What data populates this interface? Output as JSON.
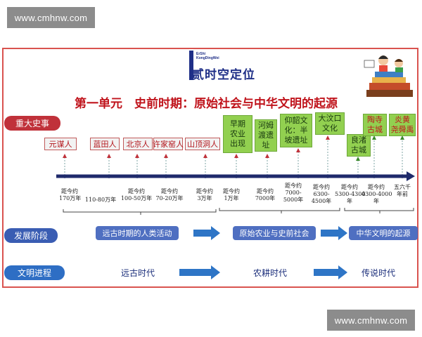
{
  "watermark": {
    "top_text": "www.cmhnw.com",
    "bottom_text": "www.cmhnw.com"
  },
  "logo": {
    "pinyin_line1": "ErShi",
    "pinyin_line2": "KongDingWei",
    "text": "贰时空定位"
  },
  "title": "第一单元　史前时期：原始社会与中华文明的起源",
  "rows": {
    "events": "重大史事",
    "stages": "发展阶段",
    "progress": "文明进程"
  },
  "events": [
    {
      "id": "yuanmou",
      "label": "元谋人"
    },
    {
      "id": "lantian",
      "label": "蓝田人"
    },
    {
      "id": "beijing",
      "label": "北京人"
    },
    {
      "id": "shanding",
      "label": "山顶洞人"
    },
    {
      "id": "xujiayao",
      "label": "许家窑人"
    }
  ],
  "agri_events": [
    {
      "id": "early-agri",
      "label": "早期\n农业\n出现"
    },
    {
      "id": "hemudu",
      "label": "河姆\n渡遗\n址"
    },
    {
      "id": "yangshao",
      "label": "仰韶文\n化：半\n坡遗址"
    },
    {
      "id": "dawenkou",
      "label": "大汶口\n文化"
    },
    {
      "id": "liangzhu",
      "label": "良渚\n古城"
    },
    {
      "id": "taosi",
      "label": "陶寺\n古城"
    },
    {
      "id": "yanhuang",
      "label": "炎黄\n尧舜禹"
    }
  ],
  "dates": [
    "距今约\n170万年",
    "110-80万年",
    "距今约\n100-50万年",
    "距今约\n70-20万年",
    "距今约\n3万年",
    "距今约\n1万年",
    "距今约\n7000年",
    "距今约\n7000-\n5000年",
    "距今约\n6300-\n4500年",
    "距今约\n5300-4300\n年",
    "距今约\n4300-4000\n年",
    "五六千\n年前"
  ],
  "stages": [
    {
      "id": "stage-1",
      "label": "远古时期的人类活动"
    },
    {
      "id": "stage-2",
      "label": "原始农业与史前社会"
    },
    {
      "id": "stage-3",
      "label": "中华文明的起源"
    }
  ],
  "eras": [
    {
      "id": "era-1",
      "label": "远古时代"
    },
    {
      "id": "era-2",
      "label": "农耕时代"
    },
    {
      "id": "era-3",
      "label": "传说时代"
    }
  ],
  "colors": {
    "title_red": "#c0141c",
    "frame": "#d9534f",
    "axis": "#1f2a6b",
    "pill_blue": "#4f6fc1",
    "arrow_blue": "#2e75c6",
    "event_green": "#92d050"
  }
}
